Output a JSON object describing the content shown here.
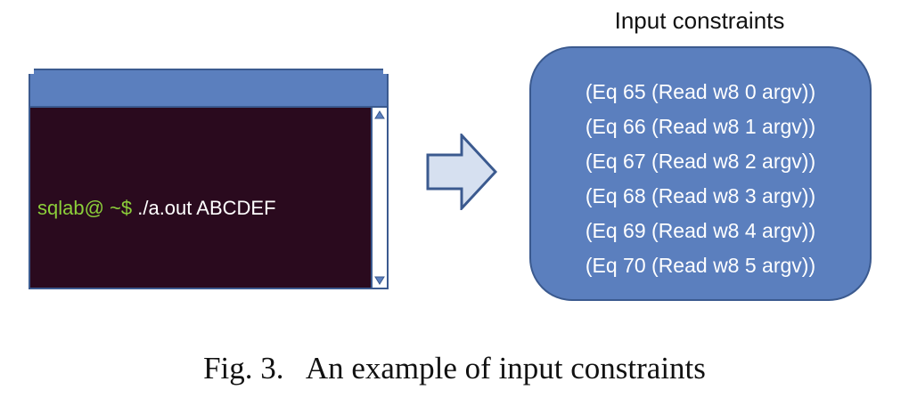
{
  "terminal": {
    "prompt": "sqlab@ ~$",
    "command": " ./a.out ABCDEF",
    "colors": {
      "titlebar": "#5b7fbe",
      "screen": "#2a0a1e",
      "prompt": "#8ccf3a",
      "command": "#ffffff"
    },
    "icons": {
      "scroll_up": "triangle-up-icon",
      "scroll_down": "triangle-down-icon"
    }
  },
  "arrow": {
    "icon": "right-arrow-icon",
    "fill": "#d6e0f0",
    "stroke": "#3b5a8f"
  },
  "constraints": {
    "title": "Input constraints",
    "box_color": "#5b7fbe",
    "lines": [
      "(Eq 65 (Read w8 0 argv))",
      "(Eq 66 (Read w8 1 argv))",
      "(Eq 67 (Read w8 2 argv))",
      "(Eq 68 (Read w8 3 argv))",
      "(Eq 69 (Read w8 4 argv))",
      "(Eq 70 (Read w8 5 argv))"
    ]
  },
  "caption": "Fig. 3.   An example of input constraints"
}
